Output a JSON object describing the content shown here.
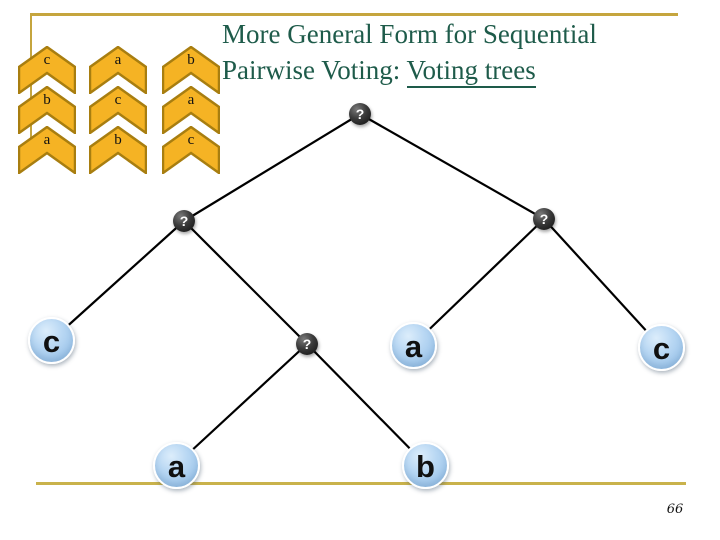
{
  "slide": {
    "title_line1": "More General Form for Sequential",
    "title_line2_prefix": "Pairwise Voting: ",
    "title_line2_underline": "Voting trees",
    "page_number": "66"
  },
  "ballots": [
    {
      "ranks": [
        "c",
        "b",
        "a"
      ]
    },
    {
      "ranks": [
        "a",
        "c",
        "b"
      ]
    },
    {
      "ranks": [
        "b",
        "a",
        "c"
      ]
    }
  ],
  "tree": {
    "internal_nodes": [
      {
        "id": "root",
        "label": "?"
      },
      {
        "id": "left",
        "label": "?"
      },
      {
        "id": "right",
        "label": "?"
      },
      {
        "id": "mid",
        "label": "?"
      }
    ],
    "leaf_nodes": [
      {
        "id": "leaf-c-left",
        "label": "c"
      },
      {
        "id": "leaf-a-mid",
        "label": "a"
      },
      {
        "id": "leaf-c-right",
        "label": "c"
      },
      {
        "id": "leaf-a-bottom",
        "label": "a"
      },
      {
        "id": "leaf-b-bottom",
        "label": "b"
      }
    ]
  },
  "colors": {
    "title_green": "#1e5b4a",
    "frame_gold": "#c5a53e",
    "chevron_fill": "#f5b324",
    "chevron_border": "#a87e10",
    "leaf_fill": "#a8cdee",
    "internal_fill": "#2b2b2b",
    "edge_black": "#000000"
  }
}
